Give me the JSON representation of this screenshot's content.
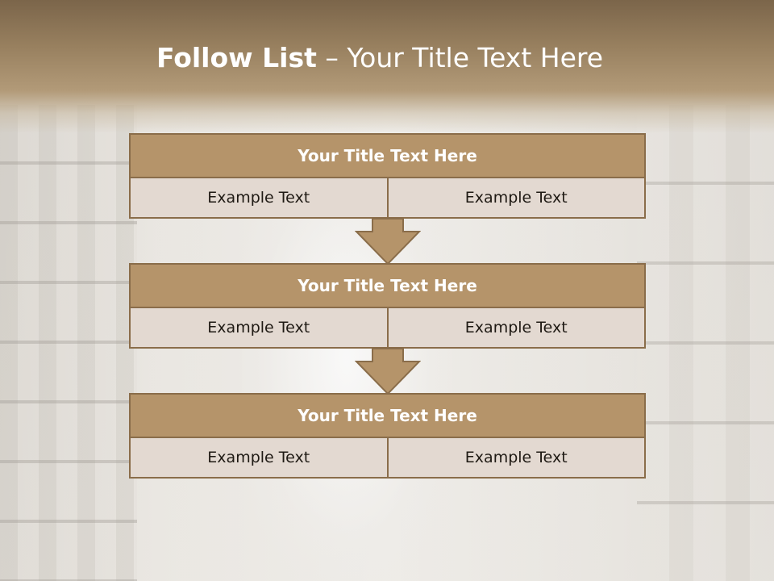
{
  "header": {
    "title_bold": "Follow List",
    "title_rest": " – Your Title Text Here"
  },
  "rows": [
    {
      "title": "Your Title Text Here",
      "left": "Example Text",
      "right": "Example Text"
    },
    {
      "title": "Your Title Text Here",
      "left": "Example Text",
      "right": "Example Text"
    },
    {
      "title": "Your Title Text Here",
      "left": "Example Text",
      "right": "Example Text"
    }
  ],
  "colors": {
    "header": "#98805f",
    "title_bar": "#b5946a",
    "cell": "#e3d9d1",
    "border": "#8a6d4a"
  },
  "icons": [
    "down-arrow-icon",
    "down-arrow-icon"
  ]
}
